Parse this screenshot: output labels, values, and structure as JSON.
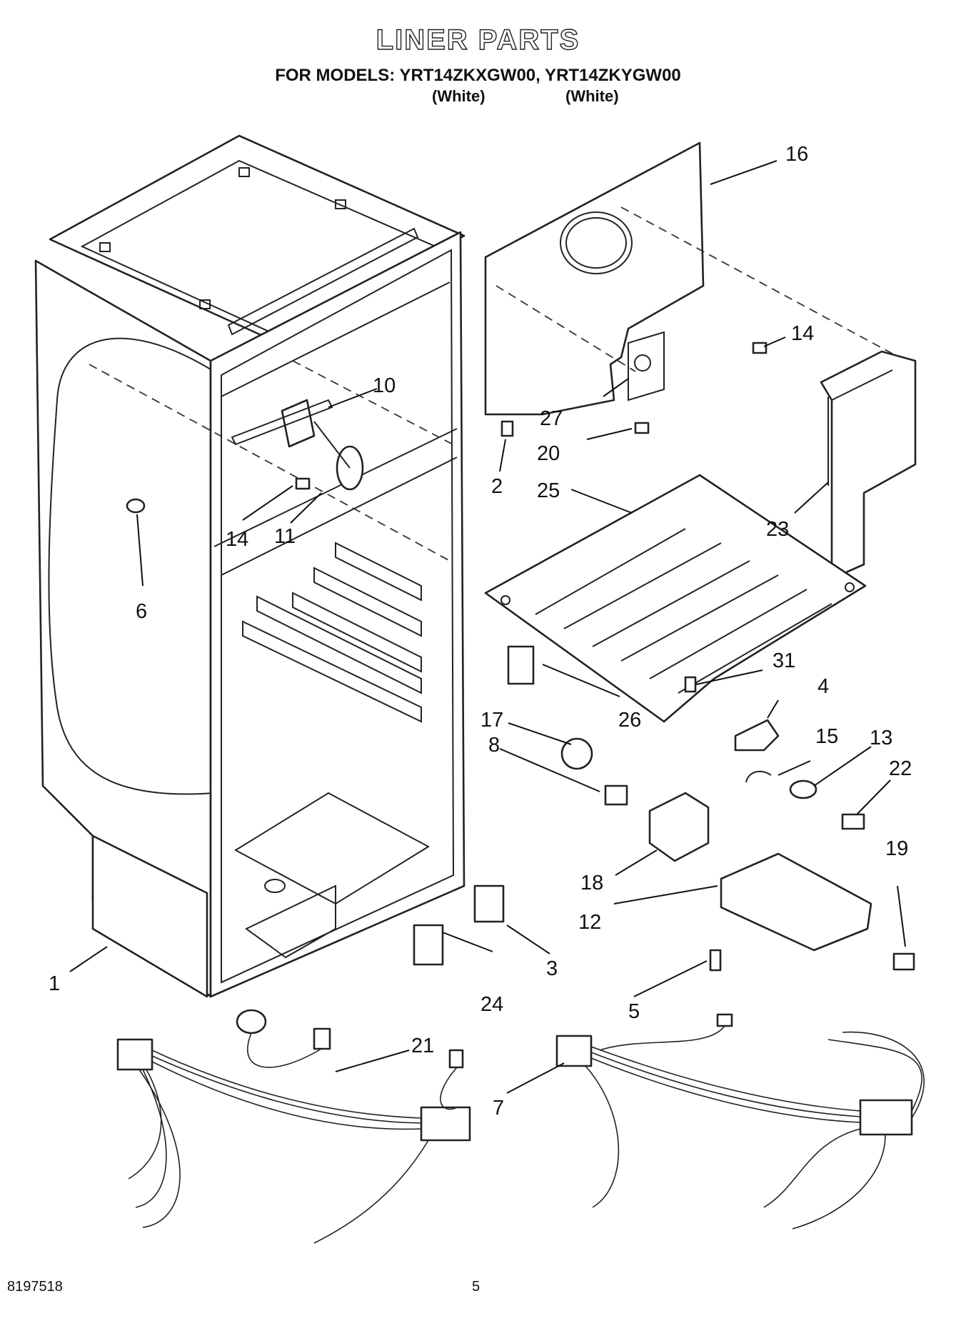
{
  "header": {
    "title": "LINER PARTS",
    "models_line": "FOR MODELS: YRT14ZKXGW00, YRT14ZKYGW00",
    "variant_a": "(White)",
    "variant_b": "(White)"
  },
  "callouts": [
    "1",
    "2",
    "3",
    "4",
    "5",
    "6",
    "7",
    "8",
    "10",
    "11",
    "12",
    "13",
    "14",
    "14",
    "15",
    "16",
    "17",
    "18",
    "19",
    "20",
    "21",
    "22",
    "23",
    "24",
    "25",
    "26",
    "27",
    "31"
  ],
  "footer": {
    "doc_number": "8197518",
    "page_number": "5"
  }
}
